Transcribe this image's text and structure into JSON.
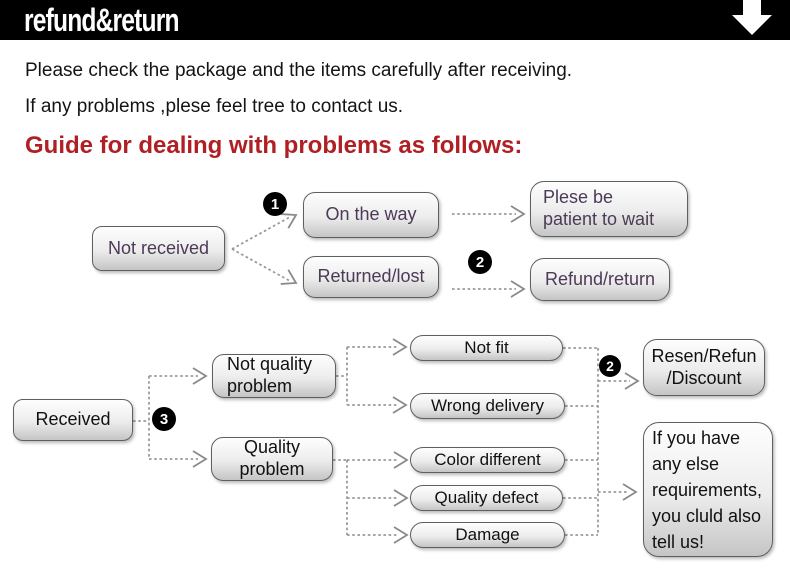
{
  "banner": {
    "title": "refund&return"
  },
  "intro": {
    "line1": "Please check the package and the items carefully after receiving.",
    "line2": "If any problems ,plese feel tree to contact us."
  },
  "heading": {
    "text": "Guide for dealing with problems as follows:"
  },
  "flow1": {
    "badge_1": "1",
    "badge_2": "2",
    "nodes": {
      "not_received": "Not received",
      "on_the_way": "On the way",
      "returned_lost": "Returned/lost",
      "be_patient": "Plese be\npatient to wait",
      "refund_return": "Refund/return"
    }
  },
  "flow2": {
    "badge_3": "3",
    "badge_2": "2",
    "nodes": {
      "received": "Received",
      "not_quality_problem": "Not quality\nproblem",
      "quality_problem": "Quality\nproblem",
      "not_fit": "Not fit",
      "wrong_delivery": "Wrong delivery",
      "color_different": "Color different",
      "quality_defect": "Quality defect",
      "damage": "Damage",
      "resend_refund_discount": "Resen/Refun\n/Discount",
      "extra_note": "If you have\nany else\nrequirements,\nyou cluld also\ntell us!"
    }
  },
  "colors": {
    "banner_bg": "#000000",
    "banner_text": "#ffffff",
    "heading_red": "#b01f23",
    "flow1_text_purple": "#4c3a56",
    "node_border": "#5f5f5f",
    "connector_gray": "#9b9b9b",
    "badge_bg": "#000000",
    "badge_text": "#ffffff"
  }
}
